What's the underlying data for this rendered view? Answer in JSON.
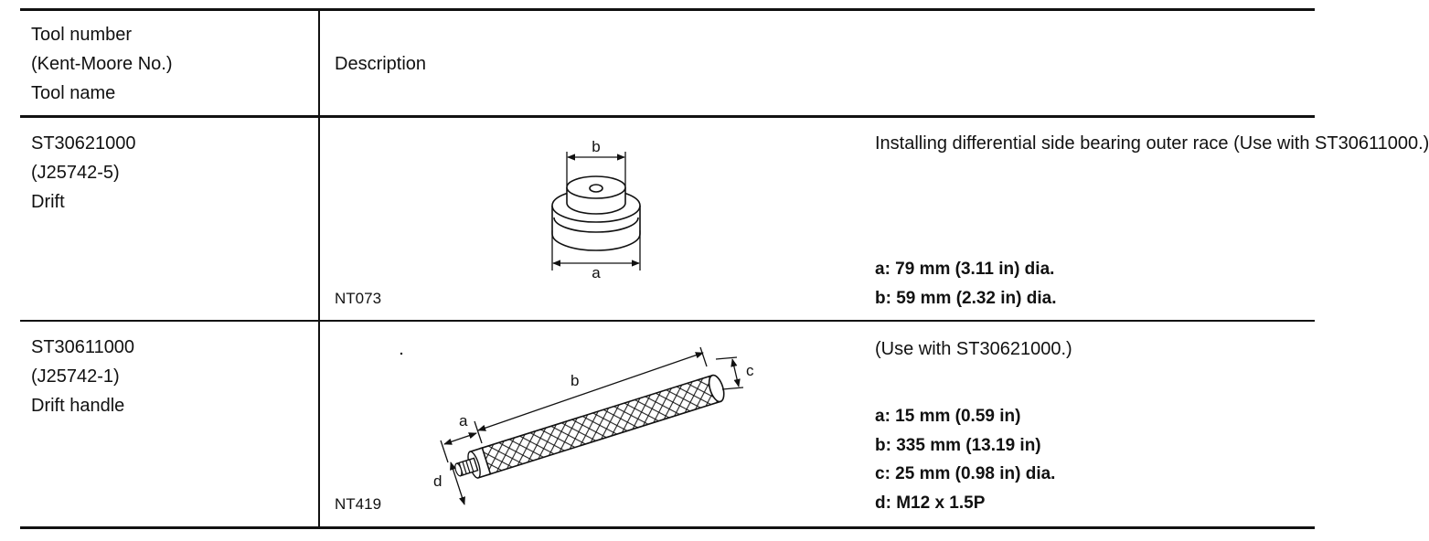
{
  "header": {
    "col1": [
      "Tool number",
      "(Kent-Moore No.)",
      "Tool name"
    ],
    "col2": "Description"
  },
  "rows": [
    {
      "tool_number": "ST30621000",
      "kent_moore": "(J25742-5)",
      "tool_name": "Drift",
      "figure_code": "NT073",
      "description": [
        "Installing differential side bearing outer race",
        "(Use with ST30611000.)"
      ],
      "dim_labels": [
        "a",
        "b"
      ],
      "specs": [
        "a:  79 mm (3.11 in) dia.",
        "b:  59 mm (2.32 in) dia."
      ]
    },
    {
      "tool_number": "ST30611000",
      "kent_moore": "(J25742-1)",
      "tool_name": "Drift handle",
      "figure_code": "NT419",
      "description": [
        "(Use with ST30621000.)"
      ],
      "dim_labels": [
        "a",
        "b",
        "c",
        "d"
      ],
      "specs": [
        "a:  15 mm (0.59 in)",
        "b:  335 mm (13.19 in)",
        "c:  25 mm (0.98 in) dia.",
        "d:  M12 x 1.5P"
      ]
    }
  ]
}
